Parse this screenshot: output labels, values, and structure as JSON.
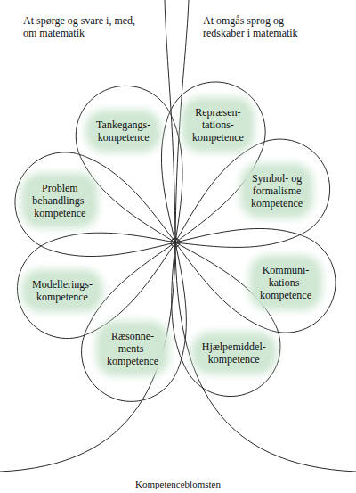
{
  "diagram": {
    "caption": "Kompetenceblomsten",
    "nodes": [
      {
        "text": [
          "Tankegangs- kompetence"
        ]
      },
      {
        "text": [
          "Repræsen- tations- kompetence"
        ]
      },
      {
        "text": [
          "Symbol- og formalisme kompetence"
        ]
      },
      {
        "text": [
          "Kommuni- kations- kompetence"
        ]
      },
      {
        "text": [
          "Hjælpemiddel- kompetence"
        ]
      },
      {
        "text": [
          "Ræsonne- ments- kompetence"
        ]
      },
      {
        "text": [
          "Modellerings- kompetence"
        ]
      },
      {
        "text": [
          "Problem behandlings- kompetence"
        ]
      }
    ],
    "labels": [
      "At spørge og svare i, med, om matematik",
      "At omgås sprog og redskaber i matematik"
    ]
  }
}
